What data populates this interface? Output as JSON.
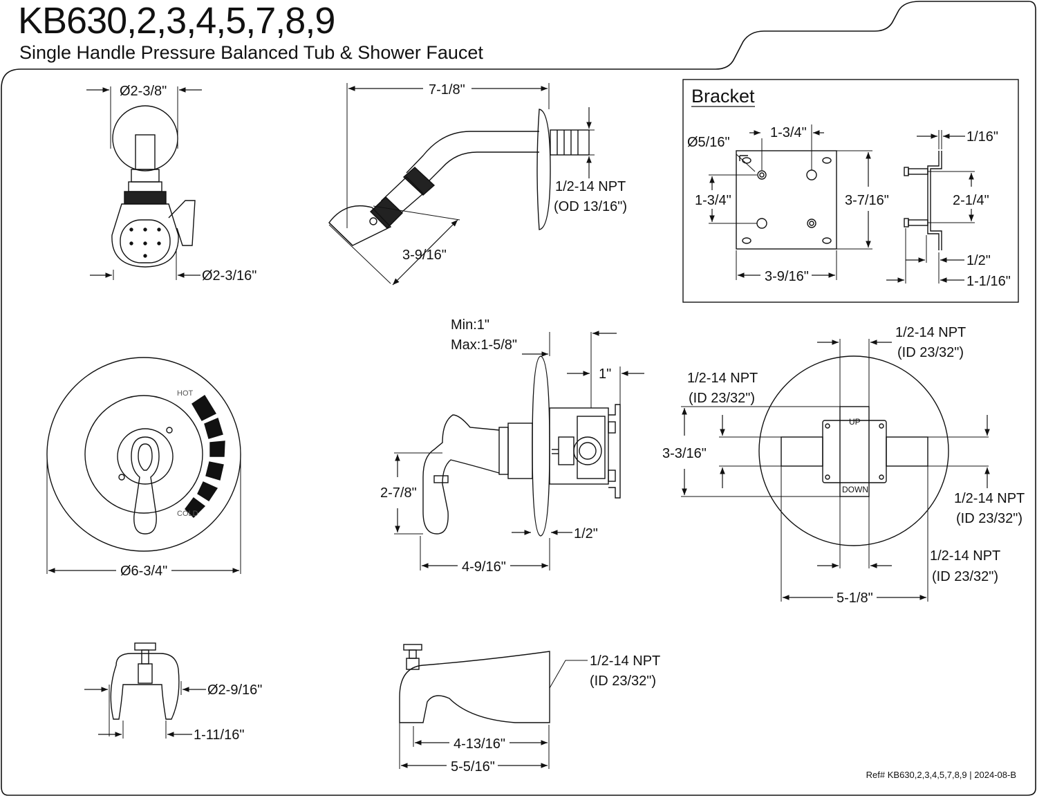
{
  "header": {
    "model": "KB630,2,3,4,5,7,8,9",
    "description": "Single Handle Pressure Balanced Tub & Shower Faucet"
  },
  "shower_head_front": {
    "top_diameter": "Ø2-3/8\"",
    "bottom_diameter": "Ø2-3/16\""
  },
  "shower_arm_side": {
    "arm_length": "7-1/8\"",
    "thread_line1": "1/2-14 NPT",
    "thread_line2": "(OD 13/16\")",
    "head_length": "3-9/16\""
  },
  "bracket": {
    "title": "Bracket",
    "hole_diameter": "Ø5/16\"",
    "hole_spacing_h": "1-3/4\"",
    "hole_spacing_v": "1-3/4\"",
    "plate_height": "3-7/16\"",
    "plate_width": "3-9/16\"",
    "thickness": "1/16\"",
    "stud_spacing": "2-1/4\"",
    "depth_a": "1/2\"",
    "depth_b": "1-1/16\""
  },
  "trim_front": {
    "hot_label": "HOT",
    "cold_label": "COLD",
    "plate_diameter": "Ø6-3/4\""
  },
  "valve_side": {
    "wall_min": "Min:1\"",
    "wall_max": "Max:1-5/8\"",
    "one_inch": "1\"",
    "handle_height": "2-7/8\"",
    "half_inch": "1/2\"",
    "depth": "4-9/16\""
  },
  "valve_back": {
    "top_port_line1": "1/2-14 NPT",
    "top_port_line2": "(ID 23/32\")",
    "left_port_line1": "1/2-14 NPT",
    "left_port_line2": "(ID 23/32\")",
    "right_port_line1": "1/2-14 NPT",
    "right_port_line2": "(ID 23/32\")",
    "bottom_port_line1": "1/2-14 NPT",
    "bottom_port_line2": "(ID 23/32\")",
    "port_spacing_v": "3-3/16\"",
    "port_spacing_h": "5-1/8\"",
    "up_label": "UP",
    "down_label": "DOWN"
  },
  "spout_front": {
    "diameter": "Ø2-9/16\"",
    "width": "1-11/16\""
  },
  "spout_side": {
    "thread_line1": "1/2-14 NPT",
    "thread_line2": "(ID 23/32\")",
    "reach": "4-13/16\"",
    "overall": "5-5/16\""
  },
  "footer": {
    "ref": "Ref# KB630,2,3,4,5,7,8,9",
    "revision": "2024-08-B"
  }
}
